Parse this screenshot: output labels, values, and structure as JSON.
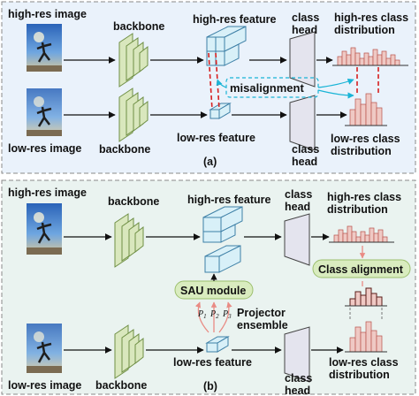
{
  "colors": {
    "panel_a_bg": "#eaf2fb",
    "panel_b_bg": "#eaf3f0",
    "backbone_fill": "#d9e7bd",
    "backbone_stroke": "#6f8f45",
    "feature_fill": "#d8f0f8",
    "feature_stroke": "#3d7fa6",
    "head_fill": "#e4e4ee",
    "bar_fill": "#efc9c4",
    "bar_stroke": "#b8524a",
    "misalign_red": "#d62020",
    "misalign_cyan": "#19b4d6",
    "module_fill": "#d9ecbf",
    "projector_arrow": "#f0a09a"
  },
  "icons": [
    "skateboarder-photo",
    "arrow-right",
    "dashed-line"
  ],
  "panel_a": {
    "high_res_image": "high-res image",
    "low_res_image": "low-res image",
    "backbone_top": "backbone",
    "backbone_bottom": "backbone",
    "high_res_feature": "high-res feature",
    "low_res_feature": "low-res feature",
    "class_head_top": "class\nhead",
    "class_head_bottom": "class\nhead",
    "high_res_dist": "high-res class\ndistribution",
    "low_res_dist": "low-res class\ndistribution",
    "misalignment": "misalignment",
    "caption": "(a)"
  },
  "panel_b": {
    "high_res_image": "high-res image",
    "low_res_image": "low-res image",
    "backbone_top": "backbone",
    "backbone_bottom": "backbone",
    "high_res_feature": "high-res feature",
    "low_res_feature": "low-res feature",
    "class_head_top": "class\nhead",
    "class_head_bottom": "class\nhead",
    "high_res_dist": "high-res class\ndistribution",
    "low_res_dist": "low-res class\ndistribution",
    "class_alignment": "Class alignment",
    "sau_module": "SAU module",
    "projector": "Projector\nensemble",
    "p1": "P",
    "p2": "P",
    "p3": "P",
    "sub1": "1",
    "sub2": "2",
    "sub3": "3",
    "caption": "(b)"
  }
}
